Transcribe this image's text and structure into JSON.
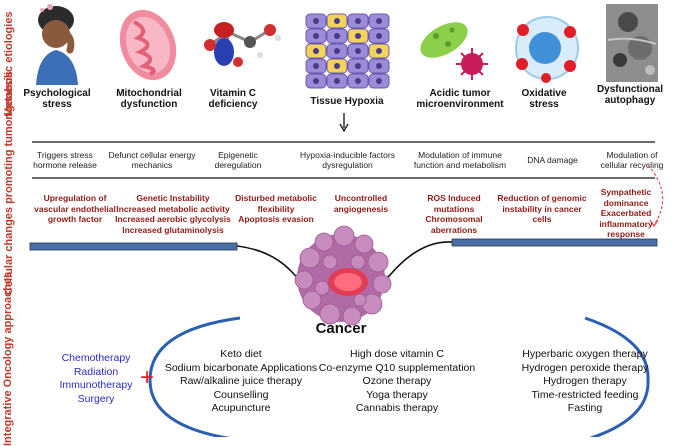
{
  "side_labels": {
    "etiologies": "Metabolic etiologies",
    "cellular": "Cellular changes promoting tumorigenesis",
    "oncology": "Integrative Oncology approaches"
  },
  "etiologies": [
    {
      "label": "Psychological stress",
      "icon": "stressed-person-icon"
    },
    {
      "label": "Mitochondrial dysfunction",
      "icon": "mitochondrion-icon"
    },
    {
      "label": "Vitamin C deficiency",
      "icon": "molecule-icon"
    },
    {
      "label": "Tissue Hypoxia",
      "icon": "hypoxic-tissue-icon"
    },
    {
      "label": "Acidic tumor microenvironment",
      "icon": "bacteria-icon"
    },
    {
      "label": "Oxidative stress",
      "icon": "cell-icon"
    },
    {
      "label": "Dysfunctional autophagy",
      "icon": "micrograph-icon"
    }
  ],
  "mechanisms": [
    "Triggers stress hormone release",
    "Defunct cellular energy mechanics",
    "Epigenetic deregulation",
    "Hypoxia-inducible factors dysregulation",
    "Modulation of immune function and metabolism",
    "DNA damage",
    "Modulation of cellular recycling"
  ],
  "changes": [
    "Upregulation of vascular endothelial growth factor",
    "Genetic Instability\nIncreased metabolic activity\nIncreased aerobic glycolysis\nIncreased glutaminolysis",
    "Disturbed metabolic flexibility\nApoptosis evasion",
    "Uncontrolled angiogenesis",
    "ROS Induced mutations\nChromosomal aberrations",
    "Reduction of genomic instability in cancer cells",
    "Sympathetic dominance\nExacerbated inflammatory response"
  ],
  "center_label": "Cancer",
  "conventional": [
    "Chemotherapy",
    "Radiation",
    "Immunotherapy",
    "Surgery"
  ],
  "plus_symbol": "+",
  "therapies_col1": [
    "Keto diet",
    "Sodium bicarbonate Applications",
    "Raw/alkaline juice therapy",
    "Counselling",
    "Acupuncture"
  ],
  "therapies_col2": [
    "High dose vitamin C",
    "Co-enzyme Q10 supplementation",
    "Ozone therapy",
    "Yoga therapy",
    "Cannabis therapy"
  ],
  "therapies_col3": [
    "Hyperbaric oxygen therapy",
    "Hydrogen peroxide therapy",
    "Hydrogen therapy",
    "Time-restricted feeding",
    "Fasting"
  ],
  "colors": {
    "accent_red": "#c0392b",
    "dark_red": "#8e1b16",
    "blue_arc": "#2b5fb3",
    "conventional_blue": "#2a2ac8",
    "bar_blue": "#4a6fa5"
  }
}
